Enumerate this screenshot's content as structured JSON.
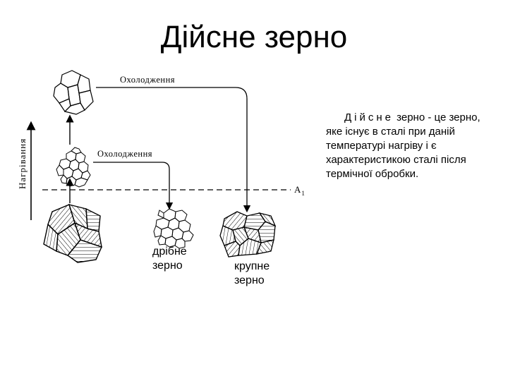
{
  "title": "Дійсне зерно",
  "diagram": {
    "axis_label": "Нагрівання",
    "cooling_top": "Охолодження",
    "cooling_mid": "Охолодження",
    "critical_point": "A",
    "critical_point_sub": "1",
    "fine_grain_label_1": "дрібне",
    "fine_grain_label_2": "зерно",
    "coarse_grain_label_1": "крупне",
    "coarse_grain_label_2": "зерно"
  },
  "definition": {
    "term": "Дійсне",
    "text": " зерно - це зерно, яке існує в сталі при даній температурі нагріву і є характеристикою сталі після термічної обробки."
  }
}
